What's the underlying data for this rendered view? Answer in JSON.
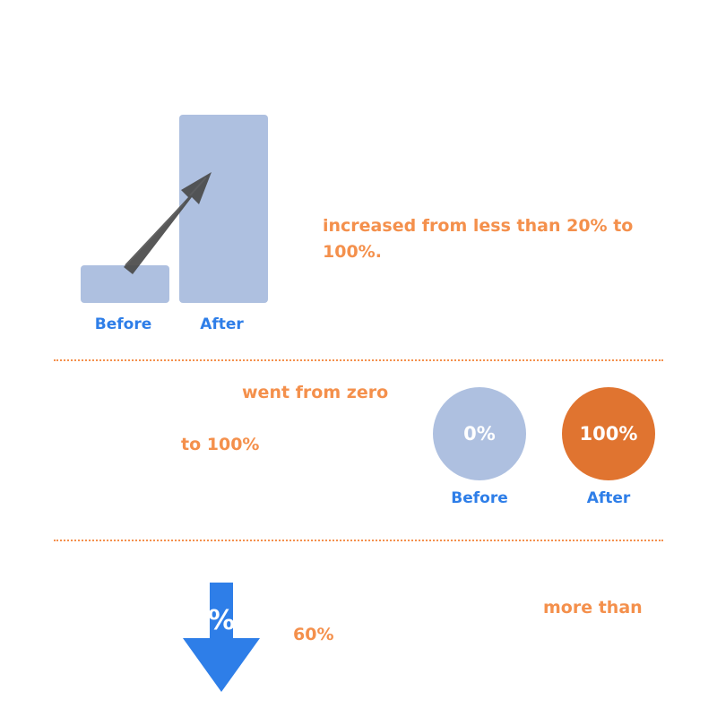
{
  "colors": {
    "bar": "#aec0e0",
    "accent_orange": "#f4904c",
    "dark_orange": "#e07430",
    "label_blue": "#2e7ee8",
    "arrow_gray": "#4a4a4a",
    "arrow_blue": "#2e7ee8"
  },
  "chart_data": [
    {
      "type": "bar",
      "categories": [
        "Before",
        "After"
      ],
      "values": [
        20,
        100
      ],
      "title": "",
      "xlabel": "",
      "ylabel": "",
      "ylim": [
        0,
        100
      ],
      "grid": false,
      "annotation": "trend-arrow-up-icon"
    }
  ],
  "section1": {
    "headline": "increased from less than 20% to 100%."
  },
  "section2": {
    "line1": "went from zero",
    "line2": "to 100%",
    "before_value": "0%",
    "after_value": "100%",
    "before_label": "Before",
    "after_label": "After"
  },
  "section3": {
    "arrow_icon": "down-arrow-icon",
    "arrow_text": "%",
    "value": "60%",
    "prefix": "more than"
  }
}
